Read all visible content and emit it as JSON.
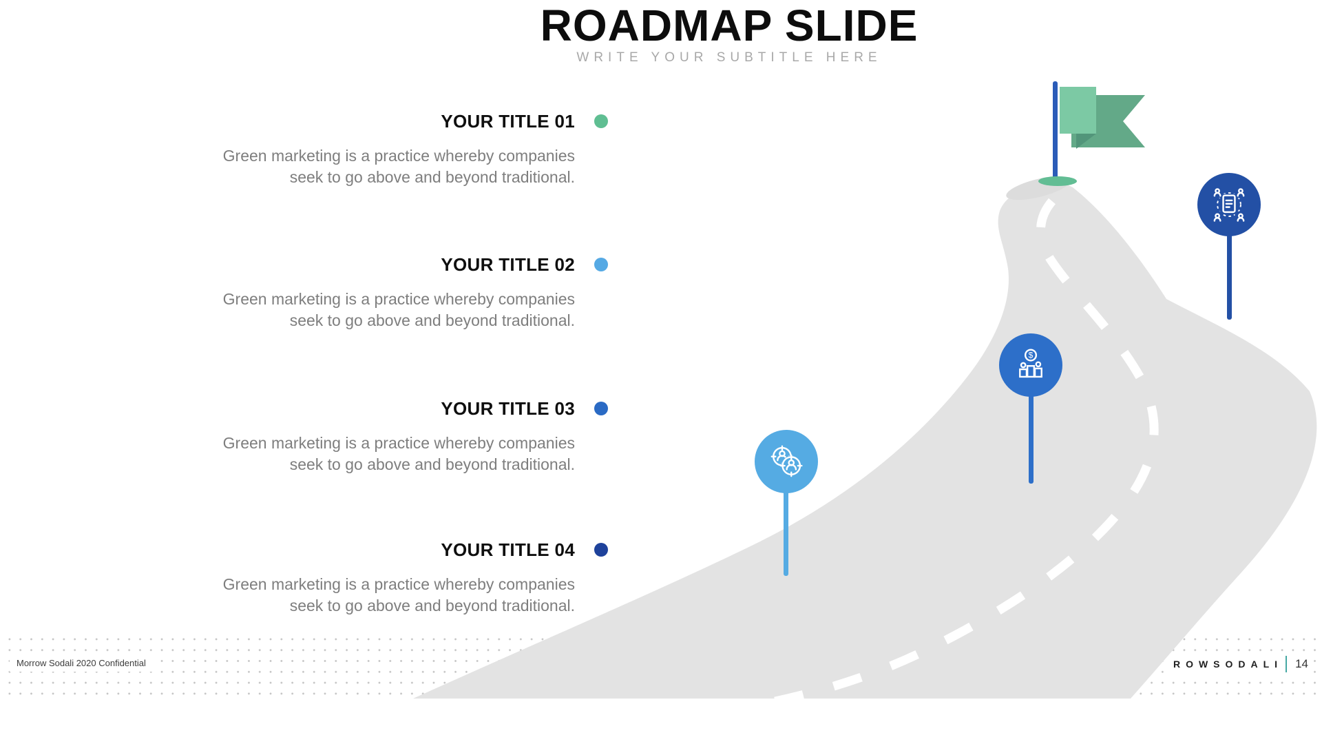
{
  "slide": {
    "title": "ROADMAP SLIDE",
    "subtitle": "WRITE YOUR SUBTITLE HERE"
  },
  "items": [
    {
      "title": "YOUR TITLE 01",
      "body_line1": "Green marketing is a practice whereby companies",
      "body_line2": "seek to go above and beyond traditional.",
      "dot_color": "#5FBE92"
    },
    {
      "title": "YOUR TITLE 02",
      "body_line1": "Green marketing is a practice whereby companies",
      "body_line2": "seek to go above and beyond traditional.",
      "dot_color": "#55A9E4"
    },
    {
      "title": "YOUR TITLE 03",
      "body_line1": "Green marketing is a practice whereby companies",
      "body_line2": "seek to go above and beyond traditional.",
      "dot_color": "#2A6AC4"
    },
    {
      "title": "YOUR TITLE 04",
      "body_line1": "Green marketing is a practice whereby companies",
      "body_line2": "seek to go above and beyond traditional.",
      "dot_color": "#1E429B"
    }
  ],
  "roadmap": {
    "road_color": "#E3E3E3",
    "lane_marking_color": "#FFFFFF",
    "flag": {
      "pole_color": "#2B5CB8",
      "banner_front_color": "#7CC9A4",
      "banner_back_color": "#63A988",
      "banner_fold_color": "#52957A",
      "base_color": "#62BD94"
    },
    "milestones": [
      {
        "icon": "audience-targeting-icon",
        "color": "#55ABE3"
      },
      {
        "icon": "funding-podium-icon",
        "color": "#2D6FC9"
      },
      {
        "icon": "document-collaboration-icon",
        "color": "#2350A5"
      }
    ]
  },
  "footer": {
    "left_text": "Morrow Sodali 2020 Confidential",
    "logo_text": "ROWSODALI",
    "separator_color": "#45A8A3",
    "page_number": "14"
  }
}
